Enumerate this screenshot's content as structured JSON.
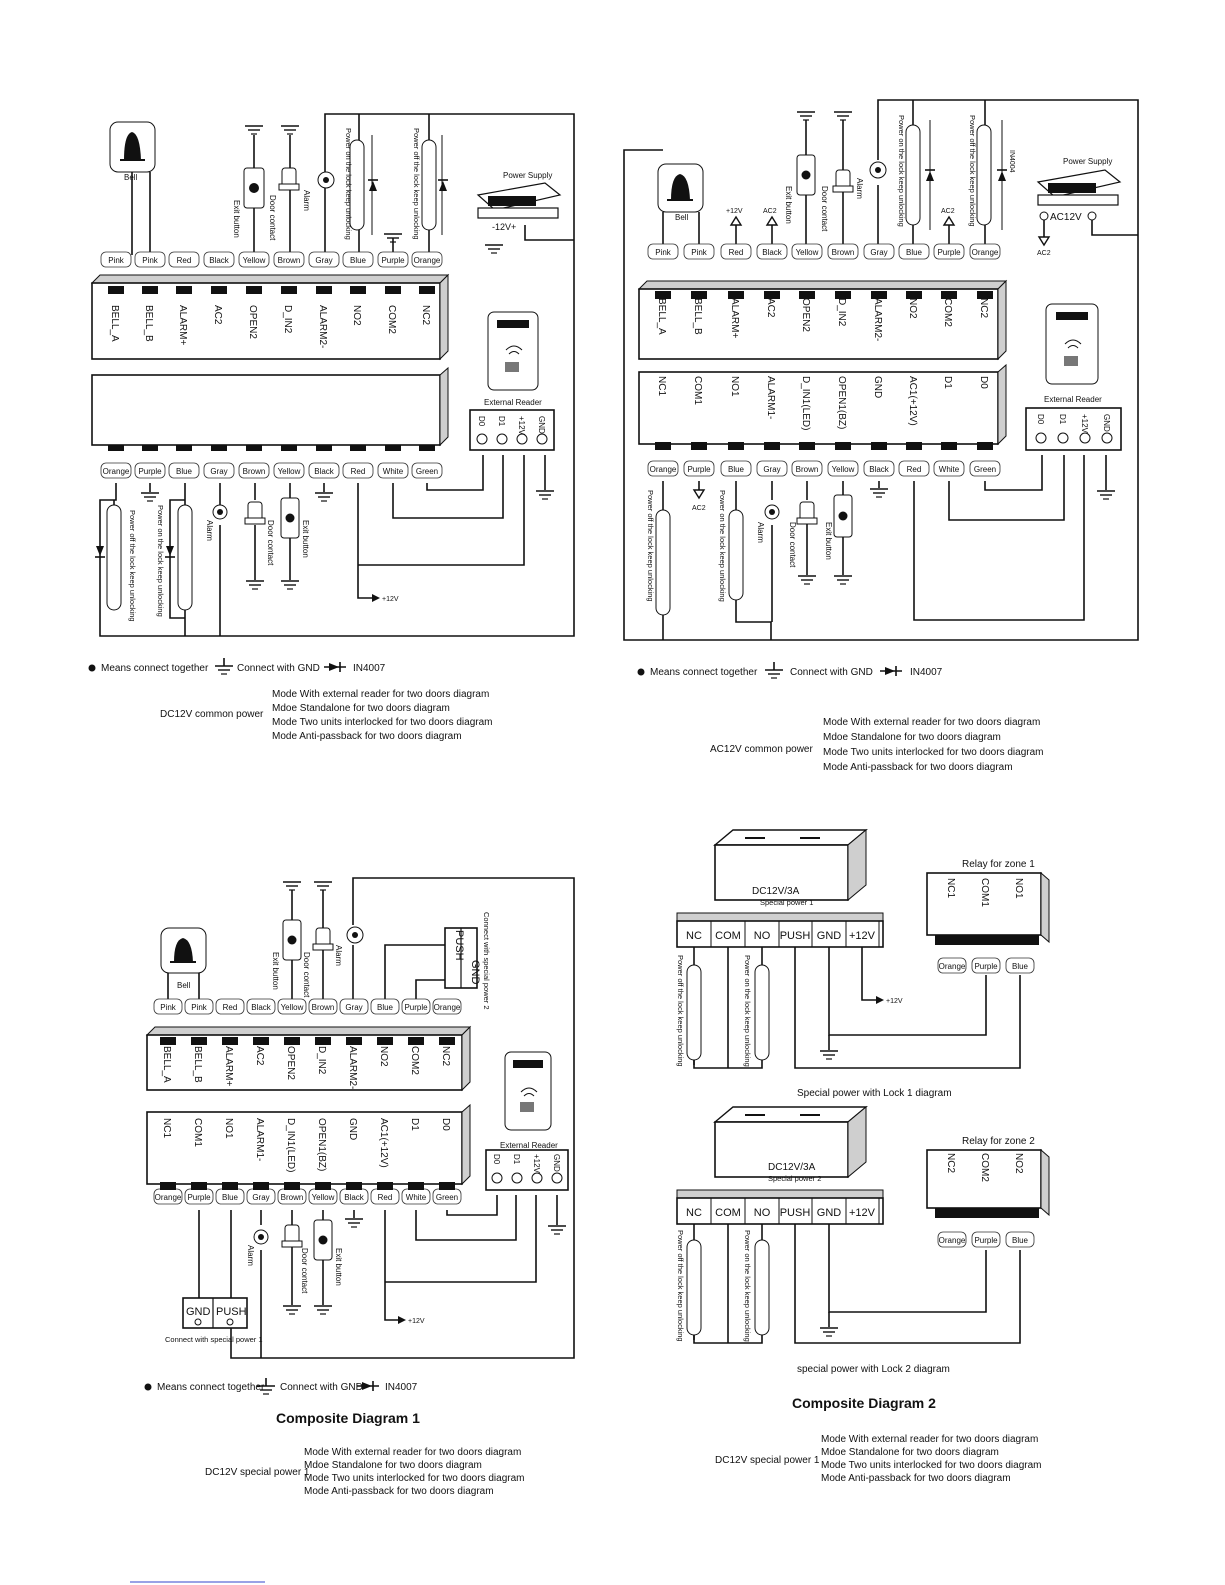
{
  "legend": {
    "dot_text": "Means connect together",
    "gnd_text": "Connect with GND",
    "diode_text": "IN4007"
  },
  "modes": [
    "Mode With external reader for two doors diagram",
    "Mdoe Standalone for two doors diagram",
    "Mode Two units interlocked for two doors diagram",
    "Mode Anti-passback for two doors diagram"
  ],
  "diagrams": {
    "d1": {
      "power_label": "DC12V common power",
      "psu_label": "Power Supply",
      "psu_volts": "-12V+"
    },
    "d2": {
      "power_label": "AC12V common power",
      "psu_label": "Power Supply",
      "psu_volts": "AC12V",
      "diode_label": "IN4004"
    },
    "d3": {
      "power_label": "DC12V special power 1",
      "caption": "Composite Diagram 1",
      "push_top": "Connect with special power 2",
      "push_bottom": "Connect with special power 1"
    },
    "d4": {
      "power_label": "DC12V special power 1",
      "caption": "Composite Diagram 2",
      "zone1": "Relay for zone 1",
      "zone2": "Relay for zone 2",
      "psu1": "DC12V/3A",
      "psu1_sub": "Special power 1",
      "psu2": "DC12V/3A",
      "psu2_sub": "Special power 2",
      "lock1": "Special power with Lock 1 diagram",
      "lock2": "special power with Lock 2 diagram"
    }
  },
  "labels": {
    "bell": "Bell",
    "exit_button": "Exit button",
    "door_contact": "Door contact",
    "alarm": "Alarm",
    "external_reader": "External Reader",
    "plus12v": "+12V",
    "ac2": "AC2",
    "lock_on": "Power on the lock keep unlocking",
    "lock_off": "Power off the lock keep unlocking"
  },
  "top_terminals": [
    "BELL_A",
    "BELL_B",
    "ALARM+",
    "AC2",
    "OPEN2",
    "D_IN2",
    "ALARM2-",
    "NO2",
    "COM2",
    "NC2"
  ],
  "top_wires": [
    "Pink",
    "Pink",
    "Red",
    "Black",
    "Yellow",
    "Brown",
    "Gray",
    "Blue",
    "Purple",
    "Orange"
  ],
  "bottom_terminals": [
    "NC1",
    "COM1",
    "NO1",
    "ALARM1-",
    "D_IN1(LED)",
    "OPEN1(BZ)",
    "GND",
    "AC1(+12V)",
    "D1",
    "D0"
  ],
  "bottom_wires": [
    "Orange",
    "Purple",
    "Blue",
    "Gray",
    "Brown",
    "Yellow",
    "Black",
    "Red",
    "White",
    "Green"
  ],
  "reader_pins": [
    "D0",
    "D1",
    "+12V",
    "GND"
  ],
  "power_pins": [
    "NC",
    "COM",
    "NO",
    "PUSH",
    "GND",
    "+12V"
  ],
  "relay1_pins": [
    "NC1",
    "COM1",
    "NO1"
  ],
  "relay2_pins": [
    "NC2",
    "COM2",
    "NO2"
  ],
  "relay_wires": [
    "Orange",
    "Purple",
    "Blue"
  ],
  "push_pins": [
    "PUSH",
    "GND"
  ],
  "push_pins_b": [
    "GND",
    "PUSH"
  ]
}
